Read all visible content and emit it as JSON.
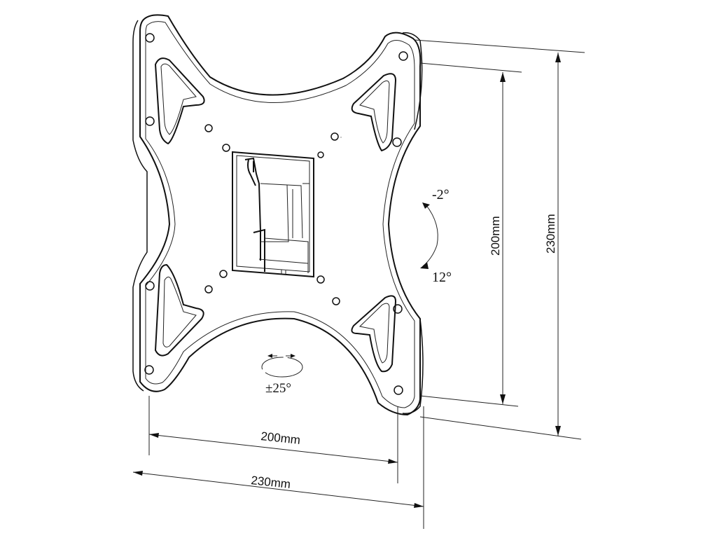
{
  "diagram": {
    "subject": "TV wall mount bracket (VESA plate)",
    "dimensions": {
      "inner_width": "200mm",
      "outer_width": "230mm",
      "inner_height": "200mm",
      "outer_height": "230mm"
    },
    "tilt": {
      "up": "-2°",
      "down": "12°"
    },
    "swivel": "±25°",
    "colors": {
      "line": "#111111",
      "background": "#ffffff"
    }
  }
}
